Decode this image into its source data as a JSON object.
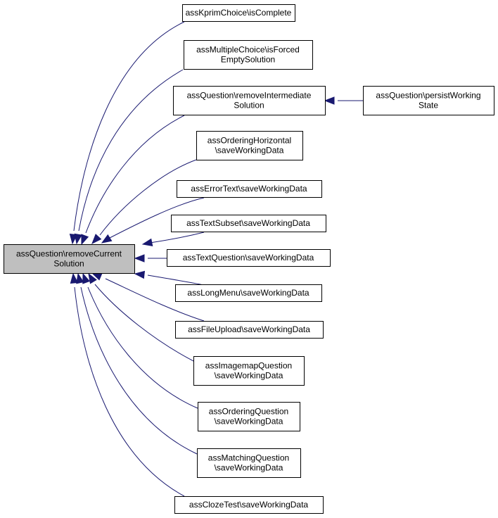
{
  "graph": {
    "root": {
      "id": "root",
      "lines": [
        "assQuestion\\removeCurrent",
        "Solution"
      ]
    },
    "callers": [
      {
        "id": "n1",
        "lines": [
          "assKprimChoice\\isComplete"
        ]
      },
      {
        "id": "n2",
        "lines": [
          "assMultipleChoice\\isForced",
          "EmptySolution"
        ]
      },
      {
        "id": "n3",
        "lines": [
          "assQuestion\\removeIntermediate",
          "Solution"
        ]
      },
      {
        "id": "n4",
        "lines": [
          "assOrderingHorizontal",
          "\\saveWorkingData"
        ]
      },
      {
        "id": "n5",
        "lines": [
          "assErrorText\\saveWorkingData"
        ]
      },
      {
        "id": "n6",
        "lines": [
          "assTextSubset\\saveWorkingData"
        ]
      },
      {
        "id": "n7",
        "lines": [
          "assTextQuestion\\saveWorkingData"
        ]
      },
      {
        "id": "n8",
        "lines": [
          "assLongMenu\\saveWorkingData"
        ]
      },
      {
        "id": "n9",
        "lines": [
          "assFileUpload\\saveWorkingData"
        ]
      },
      {
        "id": "n10",
        "lines": [
          "assImagemapQuestion",
          "\\saveWorkingData"
        ]
      },
      {
        "id": "n11",
        "lines": [
          "assOrderingQuestion",
          "\\saveWorkingData"
        ]
      },
      {
        "id": "n12",
        "lines": [
          "assMatchingQuestion",
          "\\saveWorkingData"
        ]
      },
      {
        "id": "n13",
        "lines": [
          "assClozeTest\\saveWorkingData"
        ]
      }
    ],
    "secondary": [
      {
        "id": "n14",
        "lines": [
          "assQuestion\\persistWorking",
          "State"
        ]
      }
    ],
    "edges": [
      {
        "from": "n1",
        "to": "root"
      },
      {
        "from": "n2",
        "to": "root"
      },
      {
        "from": "n3",
        "to": "root"
      },
      {
        "from": "n4",
        "to": "root"
      },
      {
        "from": "n5",
        "to": "root"
      },
      {
        "from": "n6",
        "to": "root"
      },
      {
        "from": "n7",
        "to": "root"
      },
      {
        "from": "n8",
        "to": "root"
      },
      {
        "from": "n9",
        "to": "root"
      },
      {
        "from": "n10",
        "to": "root"
      },
      {
        "from": "n11",
        "to": "root"
      },
      {
        "from": "n12",
        "to": "root"
      },
      {
        "from": "n13",
        "to": "root"
      },
      {
        "from": "n14",
        "to": "n3"
      }
    ]
  },
  "colors": {
    "edge": "#191970",
    "root_fill": "#bfbfbf",
    "node_fill": "#ffffff",
    "border": "#000000"
  }
}
